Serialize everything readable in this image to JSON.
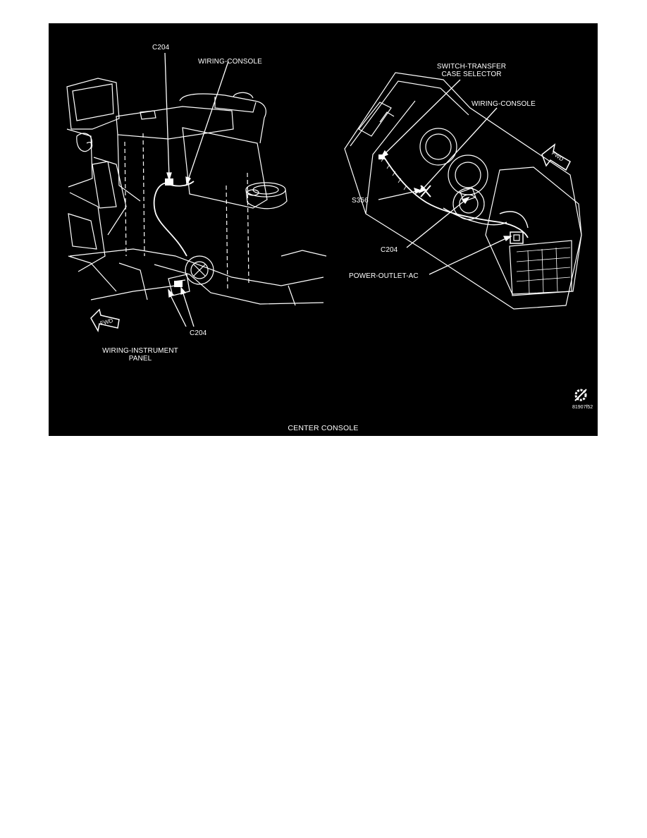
{
  "figure": {
    "caption": "CENTER CONSOLE",
    "figure_id": "81907f52",
    "colors": {
      "background": "#000000",
      "line": "#ffffff",
      "page": "#ffffff"
    },
    "left_view": {
      "labels": {
        "c204_top": "C204",
        "wiring_console": "WIRING-CONSOLE",
        "c204_bottom": "C204",
        "wiring_instrument_panel_1": "WIRING-INSTRUMENT",
        "wiring_instrument_panel_2": "PANEL"
      },
      "fwd_arrow": "FWD"
    },
    "right_view": {
      "labels": {
        "switch_transfer_1": "SWITCH-TRANSFER",
        "switch_transfer_2": "CASE SELECTOR",
        "wiring_console": "WIRING-CONSOLE",
        "s356": "S356",
        "c204": "C204",
        "power_outlet_ac": "POWER-OUTLET-AC"
      },
      "fwd_arrow": "FWD"
    },
    "icons": [
      "chassis-gear-icon",
      "fwd-arrow-icon"
    ]
  }
}
